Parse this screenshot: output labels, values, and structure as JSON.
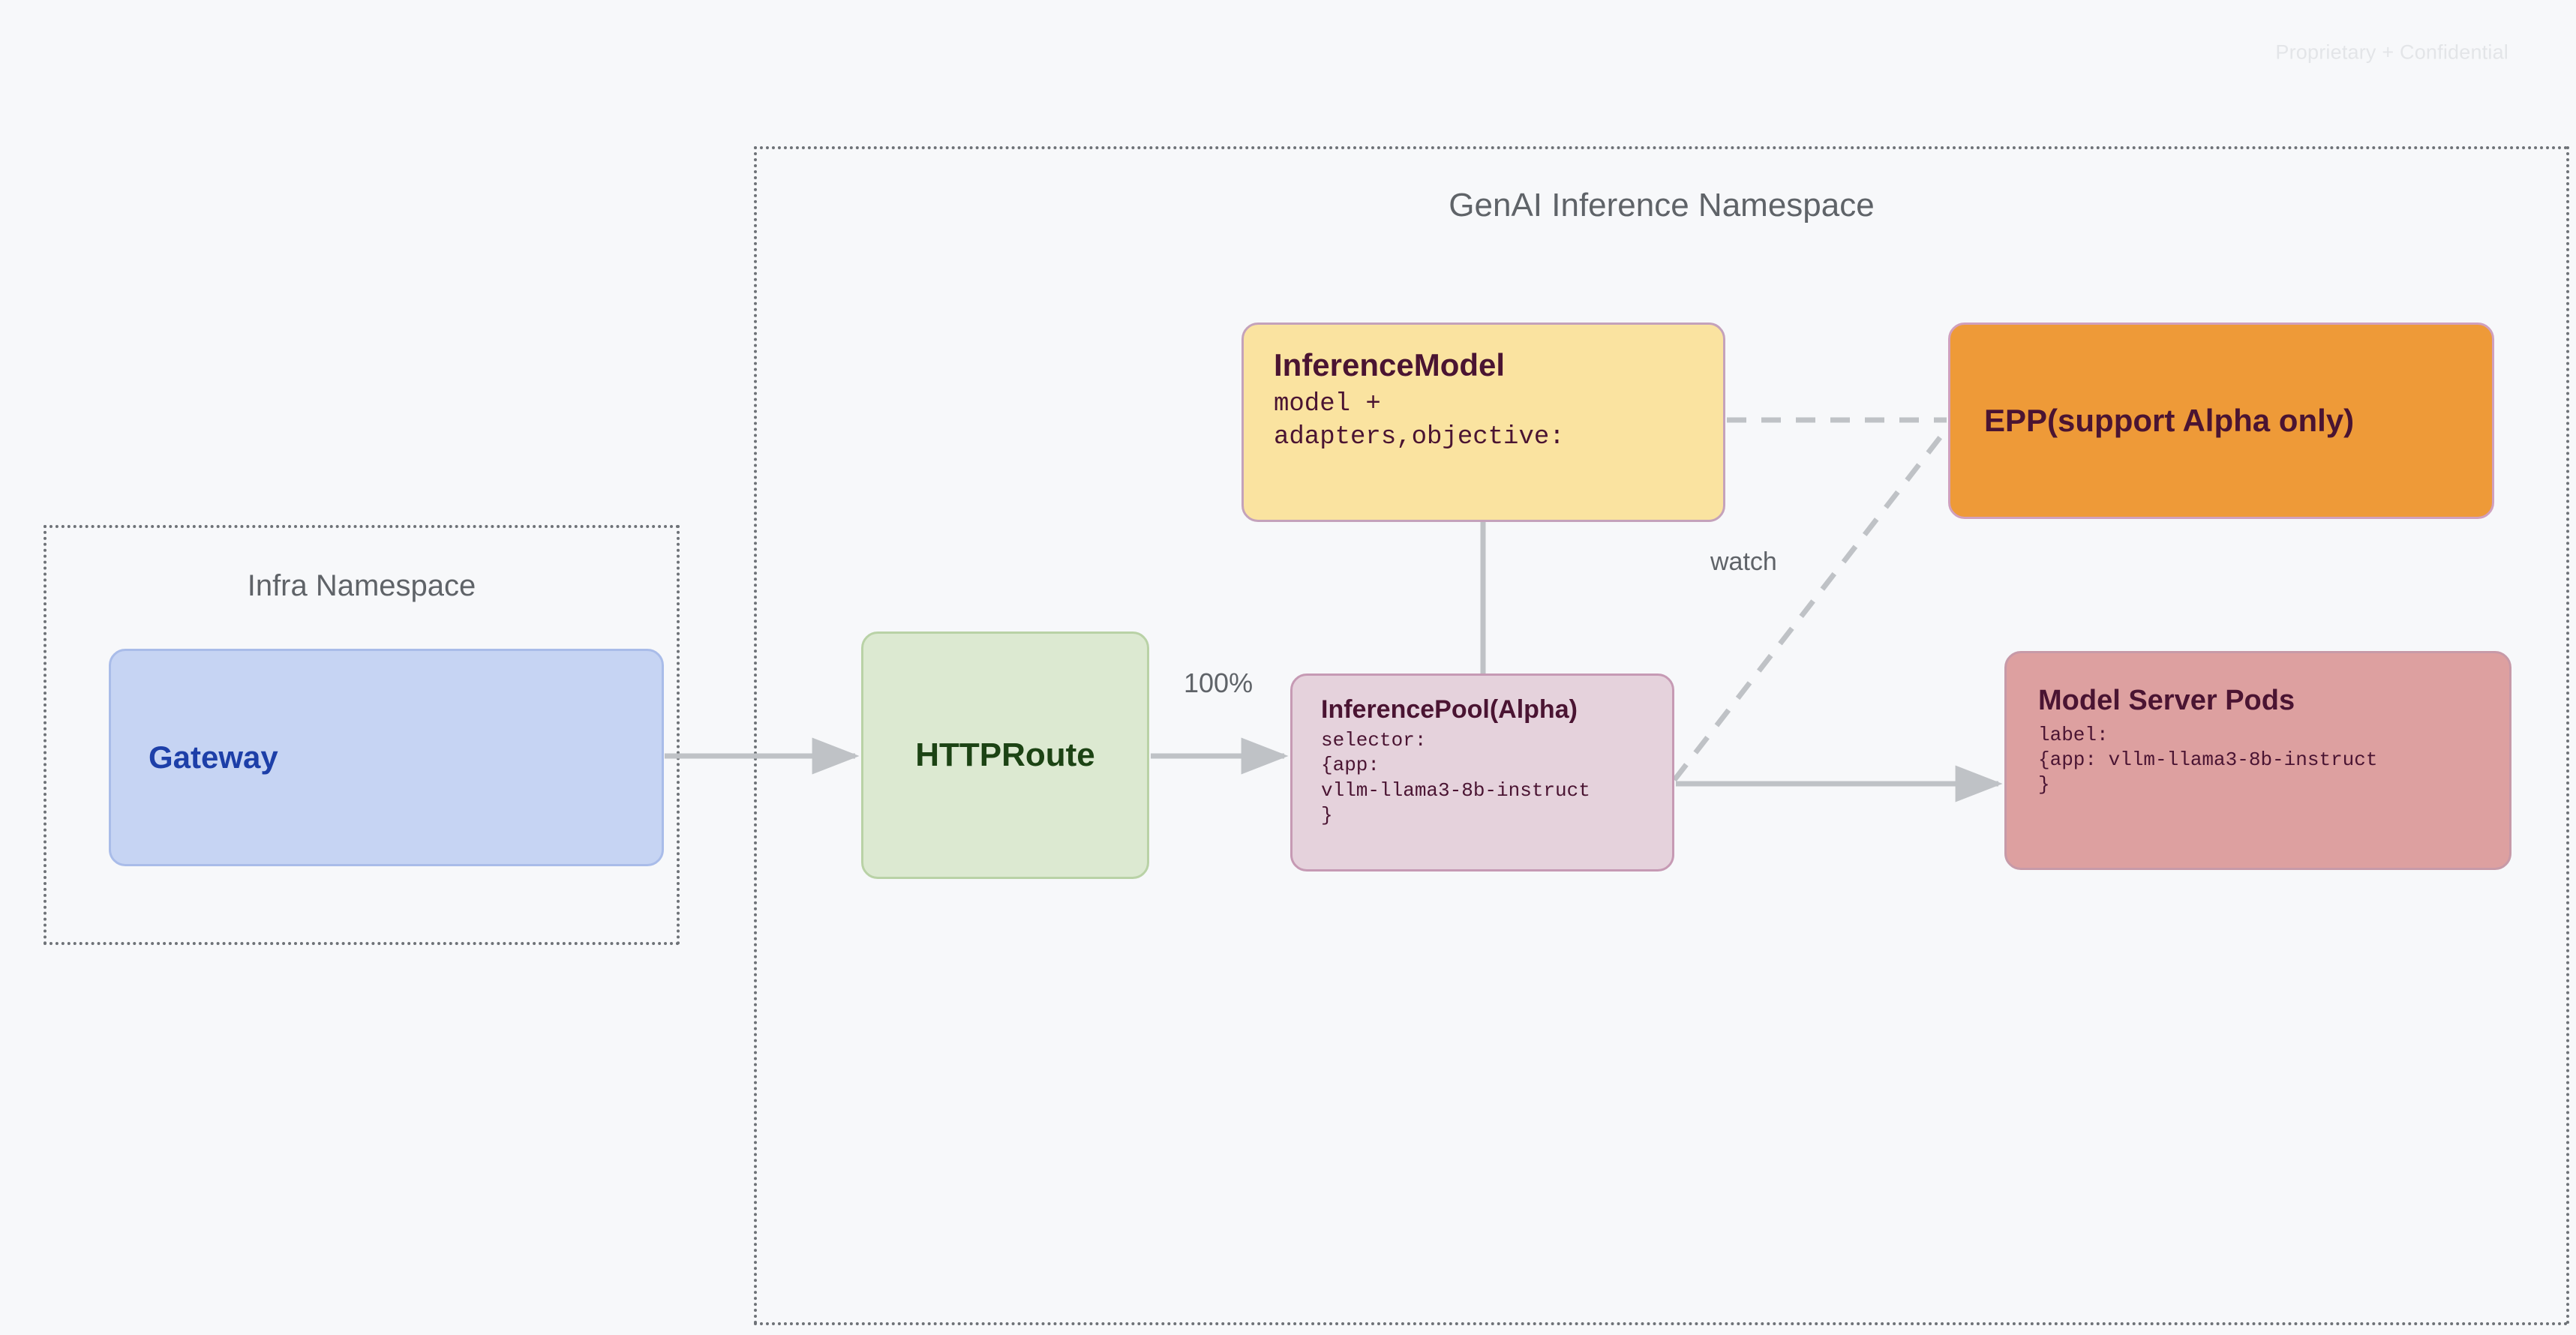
{
  "page": {
    "watermark": "Proprietary + Confidential",
    "background_color": "#f7f8fa"
  },
  "namespaces": [
    {
      "id": "infra",
      "title": "Infra Namespace",
      "border_style": "dotted",
      "border_color": "#6e7277"
    },
    {
      "id": "genai",
      "title": "GenAI Inference Namespace",
      "border_style": "dotted",
      "border_color": "#6e7277"
    }
  ],
  "nodes": {
    "gateway": {
      "title": "Gateway",
      "fill": "#c6d4f3",
      "border": "#a9bce9",
      "text_color": "#1d3fa8"
    },
    "httproute": {
      "title": "HTTPRoute",
      "fill": "#dce9d1",
      "border": "#b9d2a6",
      "text_color": "#1c4314"
    },
    "inference_model": {
      "title": "InferenceModel",
      "code": "model +\nadapters,objective:",
      "fill": "#fae3a0",
      "border": "#c4a2bb",
      "text_color": "#4a1432"
    },
    "epp": {
      "title": "EPP(support Alpha only)",
      "fill": "#ee9a38",
      "border": "#d0a0bd",
      "text_color": "#4a1432"
    },
    "inference_pool": {
      "title": "InferencePool(Alpha)",
      "code": "selector:\n{app:\nvllm-llama3-8b-instruct\n}",
      "fill": "#e5d2dc",
      "border": "#c69ab4",
      "text_color": "#4a1432"
    },
    "model_server_pods": {
      "title": "Model Server Pods",
      "code": "label:\n{app: vllm-llama3-8b-instruct\n}",
      "fill": "#dda0a0",
      "border": "#c79aa8",
      "text_color": "#4a1432"
    }
  },
  "edges": [
    {
      "id": "gateway-to-httproute",
      "from": "gateway",
      "to": "httproute",
      "style": "solid",
      "arrow": true,
      "label": ""
    },
    {
      "id": "httproute-to-inferencepool",
      "from": "httproute",
      "to": "inference_pool",
      "style": "solid",
      "arrow": true,
      "label": "100%"
    },
    {
      "id": "inferencemodel-to-inferencepool",
      "from": "inference_model",
      "to": "inference_pool",
      "style": "solid",
      "arrow": false,
      "label": ""
    },
    {
      "id": "inferencepool-to-modelserverpods",
      "from": "inference_pool",
      "to": "model_server_pods",
      "style": "solid",
      "arrow": true,
      "label": ""
    },
    {
      "id": "inferencemodel-to-epp",
      "from": "inference_model",
      "to": "epp",
      "style": "dashed",
      "arrow": false,
      "label": ""
    },
    {
      "id": "inferencepool-to-epp",
      "from": "inference_pool",
      "to": "epp",
      "style": "dashed",
      "arrow": false,
      "label": "watch"
    }
  ],
  "edge_labels": {
    "traffic_weight": "100%",
    "watch": "watch"
  },
  "colors": {
    "connector": "#bfc2c6",
    "muted_text": "#5f6368",
    "watermark_text": "#e3e5e8"
  }
}
